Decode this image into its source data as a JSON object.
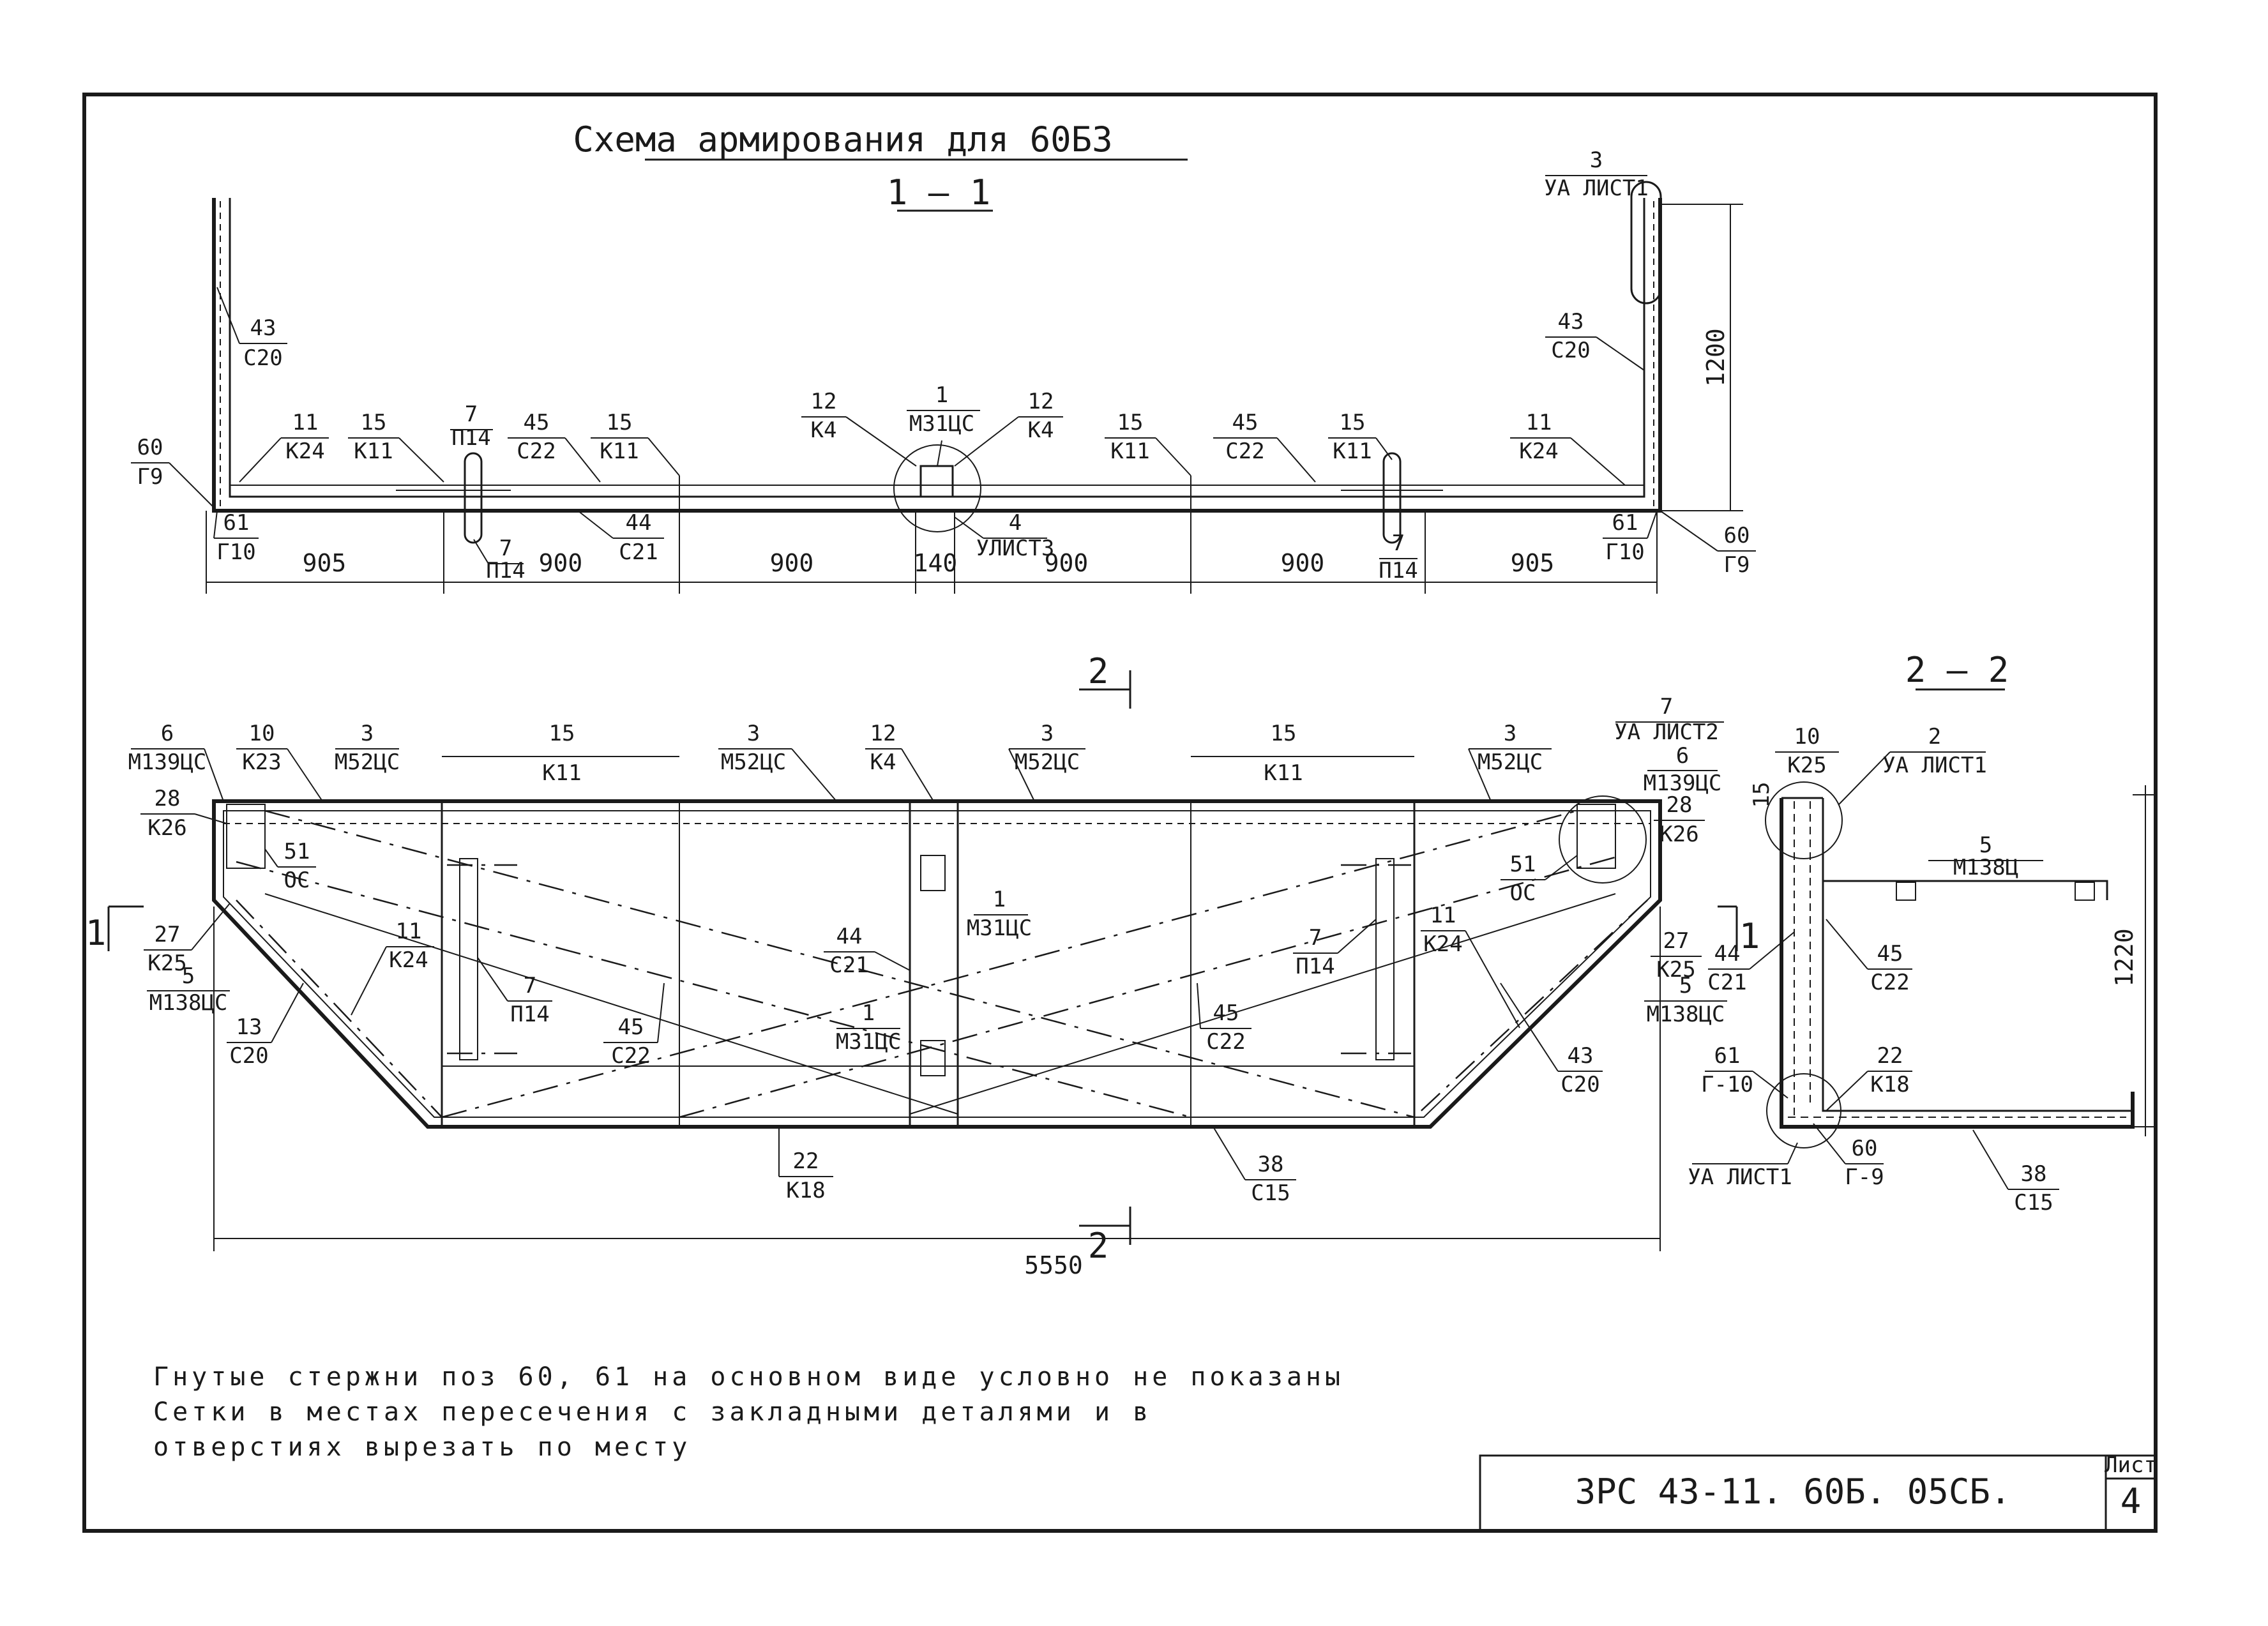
{
  "title": "Схема армирования для 60Б3",
  "section_1": "1 – 1",
  "section_2": "2 – 2",
  "cut_mark": "2",
  "cut_mark_1": "1",
  "code": "3РС 43-11. 60Б. 05СБ.",
  "sheet": {
    "header": "Лист",
    "number": "4"
  },
  "notes": [
    "Гнутые стержни поз 60, 61 на основном виде условно не показаны",
    "Сетки в местах пересечения с закладными деталями и в",
    "отверстиях вырезать по месту"
  ],
  "dims_1_1": [
    "905",
    "900",
    "900",
    "140",
    "900",
    "900",
    "905"
  ],
  "dim_height_1_1": "1200",
  "dim_length": "5550",
  "dim_height_2_2": "1220",
  "dim_small_2_2": "15",
  "labels_1_1": [
    {
      "n": "43",
      "m": "С20"
    },
    {
      "n": "60",
      "m": "Г9"
    },
    {
      "n": "11",
      "m": "К24"
    },
    {
      "n": "15",
      "m": "К11"
    },
    {
      "n": "7",
      "m": "П14"
    },
    {
      "n": "45",
      "m": "С22"
    },
    {
      "n": "15",
      "m": "К11"
    },
    {
      "n": "12",
      "m": "К4"
    },
    {
      "n": "1",
      "m": "М31ЦС"
    },
    {
      "n": "12",
      "m": "К4"
    },
    {
      "n": "15",
      "m": "К11"
    },
    {
      "n": "45",
      "m": "С22"
    },
    {
      "n": "15",
      "m": "К11"
    },
    {
      "n": "11",
      "m": "К24"
    },
    {
      "n": "43",
      "m": "С20"
    },
    {
      "n": "3",
      "m": "УА ЛИСТ1"
    },
    {
      "n": "61",
      "m": "Г10"
    },
    {
      "n": "7",
      "m": "П14"
    },
    {
      "n": "44",
      "m": "С21"
    },
    {
      "n": "4",
      "m": "УЛИСТ3"
    },
    {
      "n": "7",
      "m": "П14"
    },
    {
      "n": "61",
      "m": "Г10"
    },
    {
      "n": "60",
      "m": "Г9"
    }
  ],
  "labels_main": [
    {
      "n": "6",
      "m": "М139ЦС"
    },
    {
      "n": "10",
      "m": "К23"
    },
    {
      "n": "3",
      "m": "М52ЦС"
    },
    {
      "n": "15",
      "m": "К11"
    },
    {
      "n": "3",
      "m": "М52ЦС"
    },
    {
      "n": "12",
      "m": "К4"
    },
    {
      "n": "3",
      "m": "М52ЦС"
    },
    {
      "n": "15",
      "m": "К11"
    },
    {
      "n": "3",
      "m": "М52ЦС"
    },
    {
      "n": "7",
      "m": "УА ЛИСТ2"
    },
    {
      "n": "6",
      "m": "М139ЦС"
    },
    {
      "n": "28",
      "m": "К26"
    },
    {
      "n": "28",
      "m": "К26"
    },
    {
      "n": "51",
      "m": "ОС"
    },
    {
      "n": "51",
      "m": "ОС"
    },
    {
      "n": "27",
      "m": "К25"
    },
    {
      "n": "5",
      "m": "М138ЦС"
    },
    {
      "n": "13",
      "m": "С20"
    },
    {
      "n": "11",
      "m": "К24"
    },
    {
      "n": "7",
      "m": "П14"
    },
    {
      "n": "44",
      "m": "С21"
    },
    {
      "n": "1",
      "m": "М31ЦС"
    },
    {
      "n": "45",
      "m": "С22"
    },
    {
      "n": "1",
      "m": "М31ЦС"
    },
    {
      "n": "45",
      "m": "С22"
    },
    {
      "n": "7",
      "m": "П14"
    },
    {
      "n": "11",
      "m": "К24"
    },
    {
      "n": "27",
      "m": "К25"
    },
    {
      "n": "5",
      "m": "М138ЦС"
    },
    {
      "n": "43",
      "m": "С20"
    },
    {
      "n": "22",
      "m": "К18"
    },
    {
      "n": "38",
      "m": "С15"
    }
  ],
  "labels_2_2": [
    {
      "n": "10",
      "m": "К25"
    },
    {
      "n": "2",
      "m": "УА ЛИСТ1"
    },
    {
      "n": "5",
      "m": "М138Ц"
    },
    {
      "n": "44",
      "m": "С21"
    },
    {
      "n": "45",
      "m": "С22"
    },
    {
      "n": "61",
      "m": "Г-10"
    },
    {
      "n": "22",
      "m": "К18"
    },
    {
      "n": "60",
      "m": "Г-9"
    },
    {
      "n": "38",
      "m": "С15"
    },
    {
      "n": "",
      "m": "УА ЛИСТ1"
    }
  ]
}
